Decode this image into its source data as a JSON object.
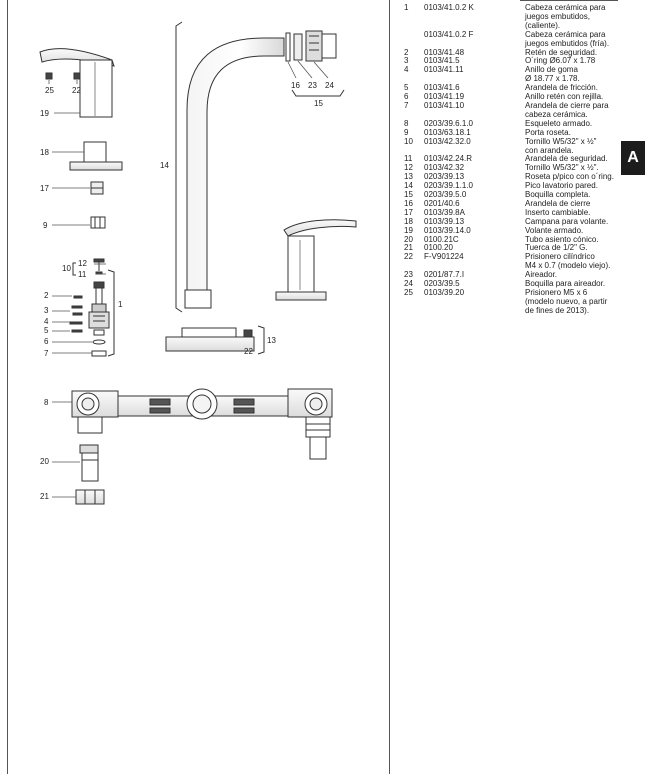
{
  "section_tab": "A",
  "callouts": {
    "c1": "1",
    "c2": "2",
    "c3": "3",
    "c4": "4",
    "c5": "5",
    "c6": "6",
    "c7": "7",
    "c8": "8",
    "c9": "9",
    "c10": "10",
    "c11": "11",
    "c12": "12",
    "c13": "13",
    "c14": "14",
    "c15": "15",
    "c16": "16",
    "c17": "17",
    "c18": "18",
    "c19": "19",
    "c20": "20",
    "c21": "21",
    "c22": "22",
    "c22b": "22",
    "c23": "23",
    "c24": "24",
    "c25": "25"
  },
  "parts": [
    {
      "num": "1",
      "code": "0103/41.0.2 K",
      "desc": [
        "Cabeza cerámica para",
        "juegos embutidos,",
        "(caliente)."
      ]
    },
    {
      "num": "",
      "code": "0103/41.0.2 F",
      "desc": [
        "Cabeza cerámica para",
        "juegos embutidos (fría)."
      ]
    },
    {
      "num": "2",
      "code": "0103/41.48",
      "desc": [
        "Retén de seguridad."
      ]
    },
    {
      "num": "3",
      "code": "0103/41.5",
      "desc": [
        "O´ring Ø6.07 x 1.78"
      ]
    },
    {
      "num": "4",
      "code": "0103/41.11",
      "desc": [
        "Anillo de goma",
        "Ø 18.77 x 1.78."
      ]
    },
    {
      "num": "5",
      "code": "0103/41.6",
      "desc": [
        "Arandela de fricción."
      ]
    },
    {
      "num": "6",
      "code": "0103/41.19",
      "desc": [
        "Anillo retén con rejilla."
      ]
    },
    {
      "num": "7",
      "code": "0103/41.10",
      "desc": [
        "Arandela de cierre para",
        "cabeza cerámica."
      ]
    },
    {
      "num": "8",
      "code": "0203/39.6.1.0",
      "desc": [
        "Esqueleto armado."
      ]
    },
    {
      "num": "9",
      "code": "0103/63.18.1",
      "desc": [
        "Porta roseta."
      ]
    },
    {
      "num": "10",
      "code": "0103/42.32.0",
      "desc": [
        "Tornillo W5/32\" x ½\"",
        "con arandela."
      ]
    },
    {
      "num": "11",
      "code": "0103/42.24.R",
      "desc": [
        "Arandela de seguridad."
      ]
    },
    {
      "num": "12",
      "code": "0103/42.32",
      "desc": [
        "Tornillo W5/32\" x ½\"."
      ]
    },
    {
      "num": "13",
      "code": "0203/39.13",
      "desc": [
        "Roseta p/pico con o´ring."
      ]
    },
    {
      "num": "14",
      "code": "0203/39.1.1.0",
      "desc": [
        "Pico lavatorio pared."
      ]
    },
    {
      "num": "15",
      "code": "0203/39.5.0",
      "desc": [
        "Boquilla completa."
      ]
    },
    {
      "num": "16",
      "code": "0201/40.6",
      "desc": [
        "Arandela de cierre"
      ]
    },
    {
      "num": "17",
      "code": "0103/39.8A",
      "desc": [
        "Inserto cambiable."
      ]
    },
    {
      "num": "18",
      "code": "0103/39.13",
      "desc": [
        "Campana para volante."
      ]
    },
    {
      "num": "19",
      "code": "0103/39.14.0",
      "desc": [
        "Volante armado."
      ]
    },
    {
      "num": "20",
      "code": "0100.21C",
      "desc": [
        "Tubo asiento cónico."
      ]
    },
    {
      "num": "21",
      "code": "0100.20",
      "desc": [
        "Tuerca de 1/2\" G."
      ]
    },
    {
      "num": "22",
      "code": "F-V901224",
      "desc": [
        "Prisionero cilíndrico",
        "M4 x 0.7 (modelo viejo)."
      ]
    },
    {
      "num": "23",
      "code": "0201/87.7.I",
      "desc": [
        "Aireador."
      ]
    },
    {
      "num": "24",
      "code": "0203/39.5",
      "desc": [
        "Boquilla para aireador."
      ]
    },
    {
      "num": "25",
      "code": "0103/39.20",
      "desc": [
        "Prisionero M5 x 6",
        "(modelo nuevo, a partir",
        "de fines de 2013)."
      ]
    }
  ]
}
